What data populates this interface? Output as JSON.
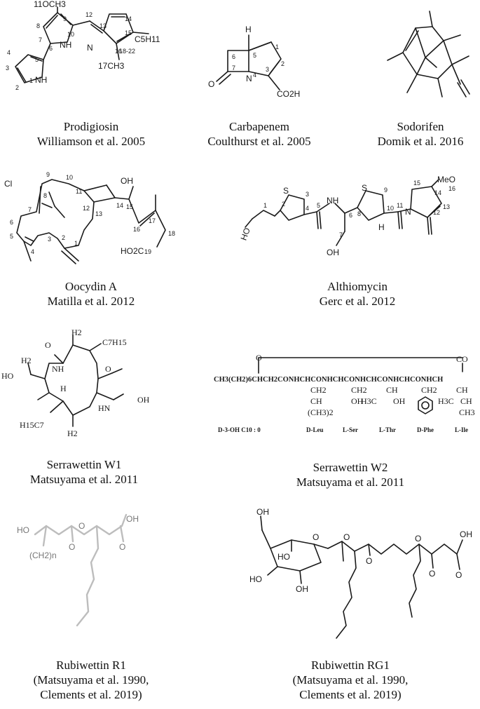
{
  "compounds": [
    {
      "name": "Prodigiosin",
      "refs": [
        "Williamson et al. 2005"
      ]
    },
    {
      "name": "Carbapenem",
      "refs": [
        "Coulthurst  et al. 2005"
      ]
    },
    {
      "name": "Sodorifen",
      "refs": [
        "Domik et al. 2016"
      ]
    },
    {
      "name": "Oocydin A",
      "refs": [
        "Matilla et al. 2012"
      ]
    },
    {
      "name": "Althiomycin",
      "refs": [
        "Gerc et al. 2012"
      ]
    },
    {
      "name": "Serrawettin W1",
      "refs": [
        "Matsuyama et al. 2011"
      ]
    },
    {
      "name": "Serrawettin W2",
      "refs": [
        "Matsuyama et al. 2011"
      ]
    },
    {
      "name": "Rubiwettin R1",
      "refs": [
        "(Matsuyama et al. 1990,",
        "Clements et al. 2019)"
      ]
    },
    {
      "name": "Rubiwettin RG1",
      "refs": [
        "(Matsuyama et al. 1990,",
        "Clements et al. 2019)"
      ]
    }
  ],
  "labels": {
    "prodigiosin": {
      "methoxy": "11OCH3",
      "pentyl": "C5H11",
      "pentyl_range": "18-22",
      "methyl": "17CH3",
      "nh1": "NH",
      "nh2": "NH",
      "n": "N",
      "atom_numbers": [
        "1",
        "2",
        "3",
        "4",
        "5",
        "6",
        "7",
        "8",
        "9",
        "10",
        "12",
        "13",
        "14",
        "15",
        "16"
      ]
    },
    "carbapenem": {
      "h": "H",
      "n": "N",
      "n_num": "4",
      "o": "O",
      "acid": "CO2H",
      "atom_numbers": [
        "1",
        "2",
        "3",
        "5",
        "6",
        "7"
      ]
    },
    "oocydin": {
      "cl": "Cl",
      "oh": "OH",
      "acid": "HO2C",
      "atom_numbers": [
        "1",
        "2",
        "3",
        "4",
        "5",
        "6",
        "7",
        "8",
        "9",
        "10",
        "11",
        "12",
        "13",
        "14",
        "15",
        "16",
        "17",
        "18",
        "19"
      ]
    },
    "althiomycin": {
      "meo": "MeO",
      "ho": "HO",
      "nh": "NH",
      "oh": "OH",
      "s1": "S",
      "s2": "S",
      "n": "N",
      "h": "H",
      "atom_numbers": [
        "1",
        "2",
        "3",
        "4",
        "5",
        "6",
        "7",
        "8",
        "9",
        "10",
        "11",
        "12",
        "13",
        "14",
        "15",
        "16"
      ]
    },
    "serrawettin_w1": {
      "h2": "H2",
      "h": "H",
      "c7h15": "C7H15",
      "h15c7": "H15C7",
      "nh": "NH",
      "hn": "HN",
      "ho": "HO",
      "oh": "OH",
      "o": "O"
    },
    "serrawettin_w2": {
      "backbone": "CH3(CH2)6CHCH2CONHCHCONHCHCONHCHCONHCHCONHCH",
      "co": "CO",
      "o": "O",
      "residues": [
        "D-3-OH C10 : 0",
        "D-Leu",
        "L-Ser",
        "L-Thr",
        "D-Phe",
        "L-Ile"
      ],
      "ch2": "CH2",
      "ch": "CH",
      "ch32": "(CH3)2",
      "oh": "OH",
      "h3c": "H3C",
      "ch3": "CH3"
    },
    "rubiwettin_r1": {
      "ho": "HO",
      "oh": "OH",
      "o": "O",
      "ch2n": "(CH2)n"
    },
    "rubiwettin_rg1": {
      "oh": "OH",
      "ho": "HO",
      "o": "O"
    }
  }
}
